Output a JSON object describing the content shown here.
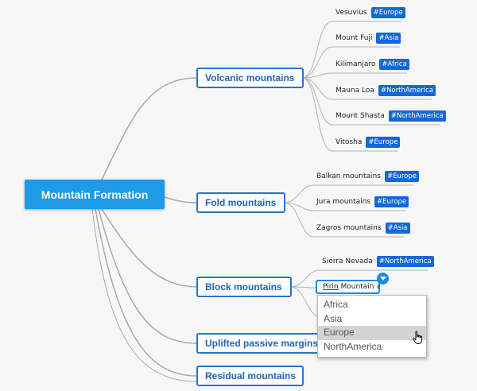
{
  "colors": {
    "root_bg": "#1d9be6",
    "branch_border": "#2a73c8",
    "branch_text": "#1f64b6",
    "tag_bg": "#1467d9",
    "connector": "#a8a8a8",
    "highlight": "#d3d3d3"
  },
  "root": {
    "label": "Mountain Formation"
  },
  "branches": [
    {
      "label": "Volcanic mountains",
      "leaves": [
        {
          "label": "Vesuvius",
          "tag": "#Europe"
        },
        {
          "label": "Mount Fuji",
          "tag": "#Asia"
        },
        {
          "label": "Kilimanjaro",
          "tag": "#Africa"
        },
        {
          "label": "Mauna Loa",
          "tag": "#NorthAmerica"
        },
        {
          "label": "Mount Shasta",
          "tag": "#NorthAmerica"
        },
        {
          "label": "Vitosha",
          "tag": "#Europe"
        }
      ]
    },
    {
      "label": "Fold mountains",
      "leaves": [
        {
          "label": "Balkan mountains",
          "tag": "#Europe"
        },
        {
          "label": "Jura mountains",
          "tag": "#Europe"
        },
        {
          "label": "Zagros mountains",
          "tag": "#Asia"
        }
      ]
    },
    {
      "label": "Block mountains",
      "leaves": [
        {
          "label": "Sierra Nevada",
          "tag": "#NorthAmerica"
        }
      ],
      "editing": {
        "word": "Pirin",
        "rest": " Mountain #"
      }
    },
    {
      "label": "Uplifted passive margins"
    },
    {
      "label": "Residual mountains"
    }
  ],
  "dropdown": {
    "options": [
      "Africa",
      "Asia",
      "Europe",
      "NorthAmerica"
    ],
    "highlighted": "Europe"
  },
  "icons": {
    "cursor": "hand-pointer-icon",
    "dropdown_toggle": "chevron-down-icon"
  }
}
